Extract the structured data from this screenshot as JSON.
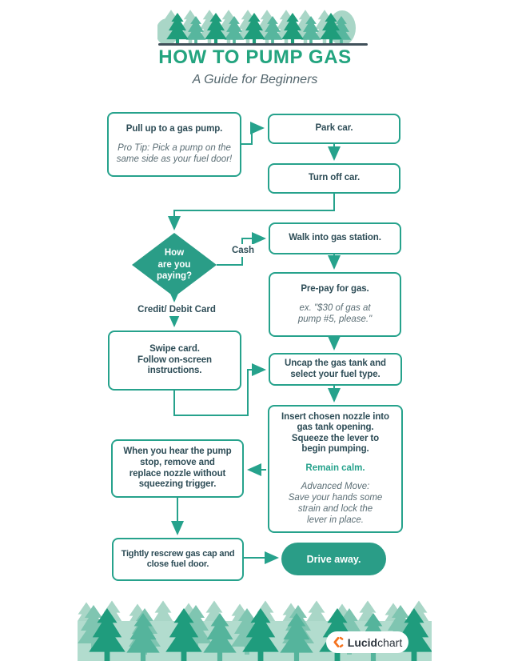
{
  "header": {
    "title": "HOW TO PUMP GAS",
    "subtitle": "A Guide for Beginners"
  },
  "flowchart": {
    "nodes": {
      "pull_up": {
        "title": "Pull up to a gas pump.",
        "note": "Pro Tip: Pick a pump on the\nsame side as your fuel door!"
      },
      "park": {
        "title": "Park car."
      },
      "turn_off": {
        "title": "Turn off car."
      },
      "decision": {
        "title": "How\nare you\npaying?"
      },
      "walk_in": {
        "title": "Walk into gas station."
      },
      "prepay": {
        "title": "Pre-pay for gas.",
        "note": "ex. \"$30 of gas at\npump #5, please.\""
      },
      "swipe": {
        "title": "Swipe card.\nFollow on-screen\ninstructions."
      },
      "uncap": {
        "title": "Uncap the gas tank and\nselect your fuel type."
      },
      "insert": {
        "title": "Insert chosen nozzle into\ngas tank opening.\nSqueeze the lever to\nbegin pumping.",
        "highlight": "Remain calm.",
        "note": "Advanced Move:\nSave your hands some\nstrain and lock the\nlever in place."
      },
      "pump_stop": {
        "title": "When you hear the pump\nstop, remove and\nreplace nozzle without\nsqueezing trigger."
      },
      "rescrew": {
        "title": "Tightly rescrew gas cap and\nclose fuel door."
      },
      "drive_away": {
        "title": "Drive away."
      }
    },
    "edge_labels": {
      "cash": "Cash",
      "credit": "Credit/ Debit Card"
    }
  },
  "footer": {
    "logo_bold": "Lucid",
    "logo_light": "chart"
  },
  "colors": {
    "accent_green": "#2a9d87",
    "line_green": "#26a28c",
    "title_green": "#23a47f",
    "dark_text": "#2e4d57",
    "gray_text": "#5b6e75",
    "tree_dark": "#1f9c7d",
    "tree_medium": "#57b69e",
    "tree_light": "#a9d6c7",
    "forest_band": "#b2dcce",
    "logo_orange": "#f5731f",
    "divider_dark": "#40505a"
  }
}
